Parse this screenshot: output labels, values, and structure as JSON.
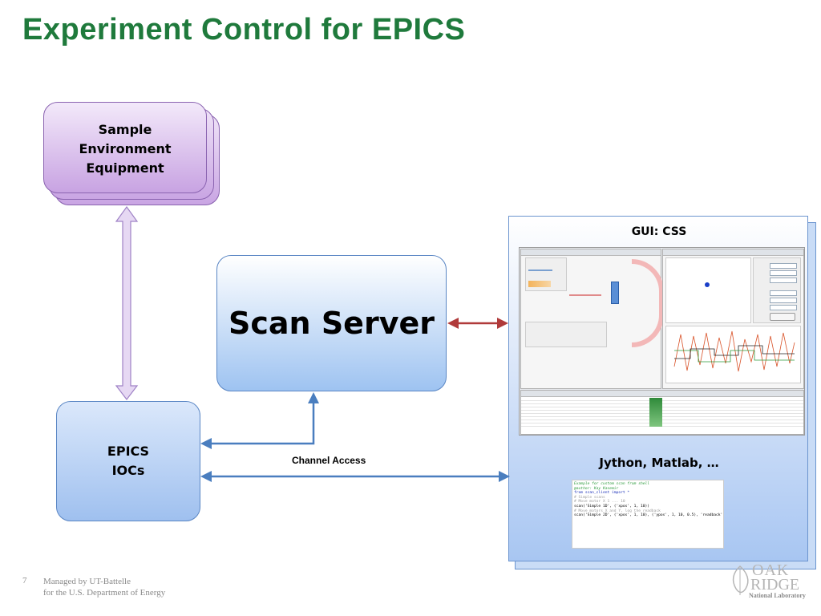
{
  "title": "Experiment Control for EPICS",
  "boxes": {
    "sample": [
      "Sample",
      "Environment",
      "Equipment"
    ],
    "scan_server": "Scan Server",
    "epics": [
      "EPICS",
      "IOCs"
    ]
  },
  "client": {
    "gui_label": "GUI: CSS",
    "jython_label": "Jython, Matlab, …"
  },
  "channel_access_label": "Channel Access",
  "code_lines": [
    "Example for custom scan from shell",
    "@author: Kay Kasemir",
    "from scan_client import *",
    "# Simple scans",
    "# Move motor X 1 ... 10",
    "scan('Simple 1D', ('xpos', 1, 10))",
    "# Move motors X and Y, log the readback",
    "scan('Simple 2D', ('xpos', 1, 10), ('ypos', 1, 10, 0.5), 'readback')"
  ],
  "footer": {
    "page_number": "7",
    "line1": "Managed by UT-Battelle",
    "line2": "for the U.S. Department of Energy"
  },
  "logo": {
    "line1": "OAK",
    "line2": "RIDGE",
    "line3": "National Laboratory"
  },
  "colors": {
    "title": "#1f7a3c",
    "arrow_blue": "#4a7ebf",
    "arrow_red": "#b03a3a",
    "arrow_purple": "#9f82c6"
  },
  "icons": {
    "vertical_arrow": "double-headed-arrow",
    "red_arrow": "double-headed-arrow"
  }
}
